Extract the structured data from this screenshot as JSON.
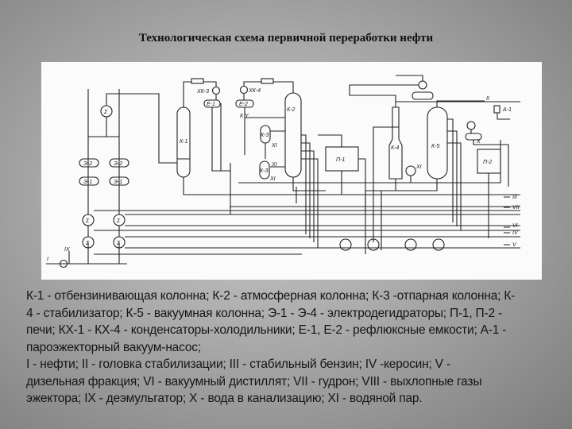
{
  "title": "Технологическая схема первичной переработки нефти",
  "diagram": {
    "labels": {
      "k1": "К-1",
      "k2": "К-2",
      "k3a": "К-3",
      "k3b": "К-3",
      "k4": "К-4",
      "k5": "К-5",
      "p1": "П-1",
      "p2": "П-2",
      "e1": "Е-1",
      "e2": "Е-2",
      "xk3": "ХК-3",
      "xk4": "ХК-4",
      "e2a": "Э-2",
      "e2b": "Э-2",
      "e1a": "Э-1",
      "e1b": "Э-1",
      "a1": "А-1",
      "s1": "Σ",
      "s2": "Σ",
      "s3": "Σ",
      "s4": "Σ",
      "s5": "Σ",
      "in1": "I",
      "in9": "IX",
      "out2": "II",
      "out3": "III",
      "out7": "VII",
      "out6": "VI",
      "out4": "IV",
      "out5": "V",
      "xi1": "XI",
      "xi2": "XI",
      "xi3": "XI",
      "xi4": "XI",
      "x": "X",
      "ky": "К Y"
    }
  },
  "legend": {
    "lines": [
      "К-1 - отбензинивающая колонна; К-2 - атмосферная колонна; К-3 -отпарная колонна; К-",
      "4 - стабилизатор; К-5 - вакуумная колонна; Э-1 - Э-4 - электродегидраторы; П-1, П-2 -",
      "печи; КХ-1 - КХ-4 - конденсаторы-холодильники; Е-1, Е-2 - рефлюксные емкости; А-1 -",
      "пароэжекторный вакуум-насос;",
      "I - нефти; II - головка стабилизации; III - стабильный бензин; IV -керосин; V -",
      "дизельная фракция; VI - вакуумный дистиллят; VII - гудрон; VIII - выхлопные газы",
      "эжектора; IX - деэмульгатор; X - вода в канализацию; XI - водяной пар."
    ]
  }
}
